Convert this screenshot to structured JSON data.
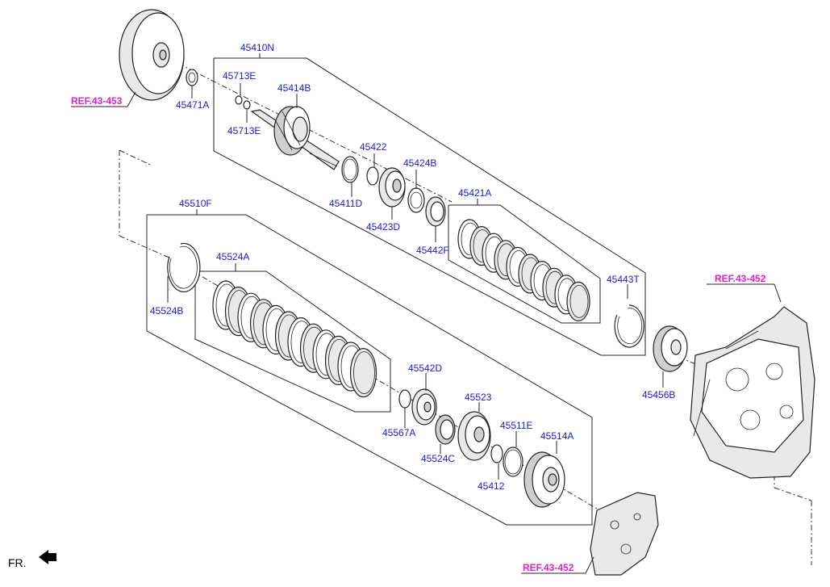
{
  "parts": {
    "p45410N": "45410N",
    "p45713E_a": "45713E",
    "p45713E_b": "45713E",
    "p45414B": "45414B",
    "p45471A": "45471A",
    "p45422": "45422",
    "p45424B": "45424B",
    "p45411D": "45411D",
    "p45423D": "45423D",
    "p45442F": "45442F",
    "p45421A": "45421A",
    "p45443T": "45443T",
    "p45456B": "45456B",
    "p45510F": "45510F",
    "p45524A": "45524A",
    "p45524B": "45524B",
    "p45542D": "45542D",
    "p45523": "45523",
    "p45511E": "45511E",
    "p45514A": "45514A",
    "p45567A": "45567A",
    "p45524C": "45524C",
    "p45412": "45412"
  },
  "refs": {
    "ref_453": "REF.43-453",
    "ref_452_top": "REF.43-452",
    "ref_452_bottom": "REF.43-452"
  },
  "direction": {
    "label": "FR."
  },
  "colors": {
    "part_label": "#1a1adc",
    "ref_label": "#e020d0",
    "line": "#222222"
  }
}
